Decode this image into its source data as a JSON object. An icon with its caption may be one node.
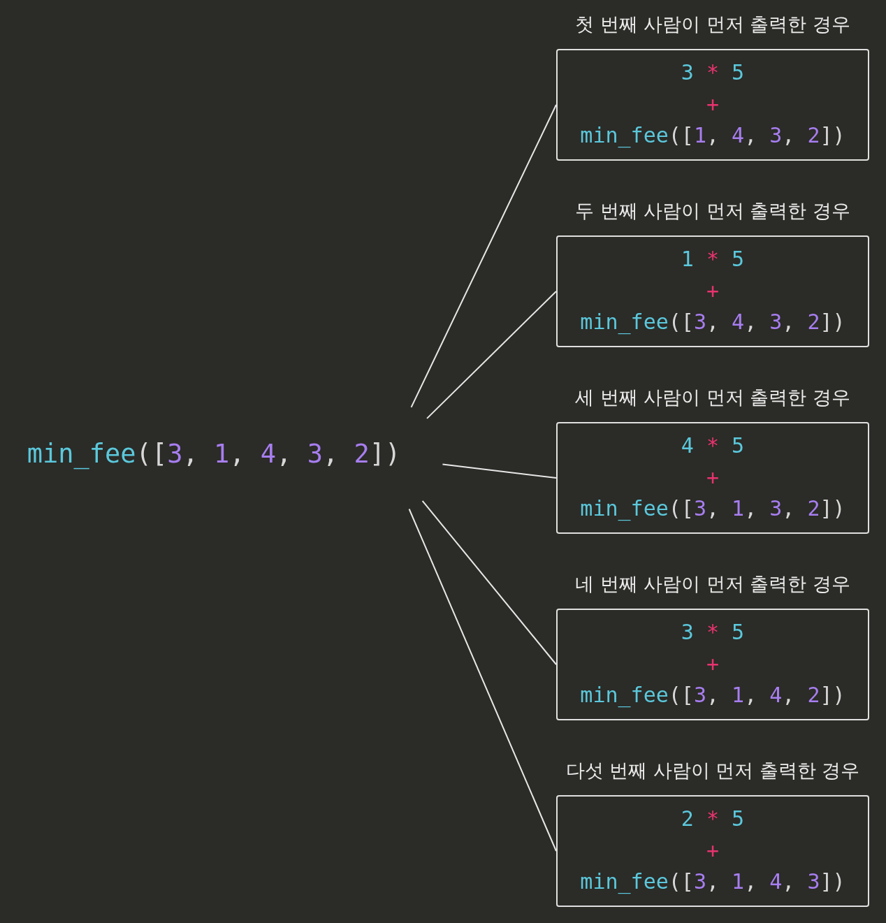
{
  "diagram": {
    "nodes": [
      {
        "text": [
          "min_fee([3, 1, 4, 3, 2])"
        ]
      },
      {
        "text": [
          "첫 번째 사람이 먼저 출력한 경우",
          "3 * 5",
          "+",
          "min_fee([1, 4, 3, 2])"
        ]
      },
      {
        "text": [
          "두 번째 사람이 먼저 출력한 경우",
          "1 * 5",
          "+",
          "min_fee([3, 4, 3, 2])"
        ]
      },
      {
        "text": [
          "세 번째 사람이 먼저 출력한 경우",
          "4 * 5",
          "+",
          "min_fee([3, 1, 3, 2])"
        ]
      },
      {
        "text": [
          "네 번째 사람이 먼저 출력한 경우",
          "3 * 5",
          "+",
          "min_fee([3, 1, 4, 2])"
        ]
      },
      {
        "text": [
          "다섯 번째 사람이 먼저 출력한 경우",
          "2 * 5",
          "+",
          "min_fee([3, 1, 4, 3])"
        ]
      }
    ],
    "edges": [
      {
        "from": 0,
        "to": 1,
        "arrow": "none"
      },
      {
        "from": 0,
        "to": 2,
        "arrow": "none"
      },
      {
        "from": 0,
        "to": 3,
        "arrow": "none"
      },
      {
        "from": 0,
        "to": 4,
        "arrow": "none"
      },
      {
        "from": 0,
        "to": 5,
        "arrow": "none"
      }
    ]
  }
}
